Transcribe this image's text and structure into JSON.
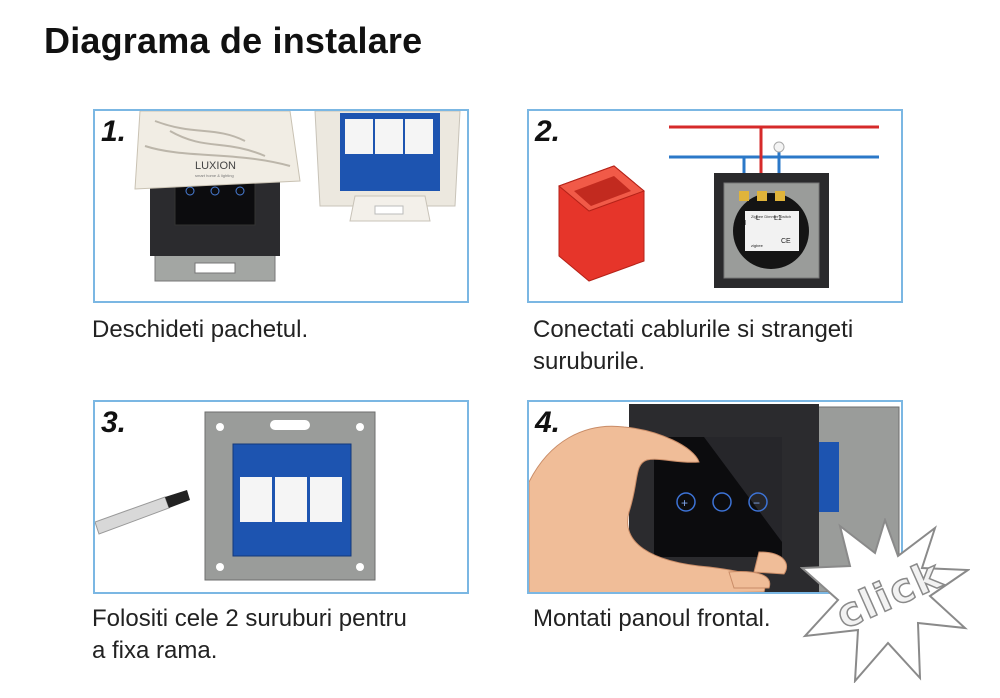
{
  "title": "Diagrama de instalare",
  "steps": [
    {
      "number": "1.",
      "caption": [
        "Deschideti pachetul."
      ],
      "brand_logo": "LUXION",
      "brand_tagline": "smart home & lighting"
    },
    {
      "number": "2.",
      "caption": [
        "Conectati cablurile si strangeti",
        "suruburile."
      ],
      "terminals": [
        "N",
        "L",
        "L1"
      ],
      "label_title": "Zigbee Dimmer Switch",
      "label_brand": "zigbee",
      "label_cert": "CE"
    },
    {
      "number": "3.",
      "caption": [
        "Folositi cele 2 suruburi pentru",
        "a fixa rama."
      ]
    },
    {
      "number": "4.",
      "caption": [
        "Montati panoul frontal."
      ],
      "touch_buttons": [
        "+",
        "",
        "−"
      ]
    }
  ],
  "badge": {
    "text": "click"
  },
  "colors": {
    "panel_border": "#7bb7e3",
    "wire_red": "#d62a2a",
    "wire_blue": "#2b78c8",
    "module_blue": "#1d54b0",
    "frame_gray": "#9a9c9a",
    "glass_black": "#0c0c0e",
    "box_red": "#e6352a"
  }
}
